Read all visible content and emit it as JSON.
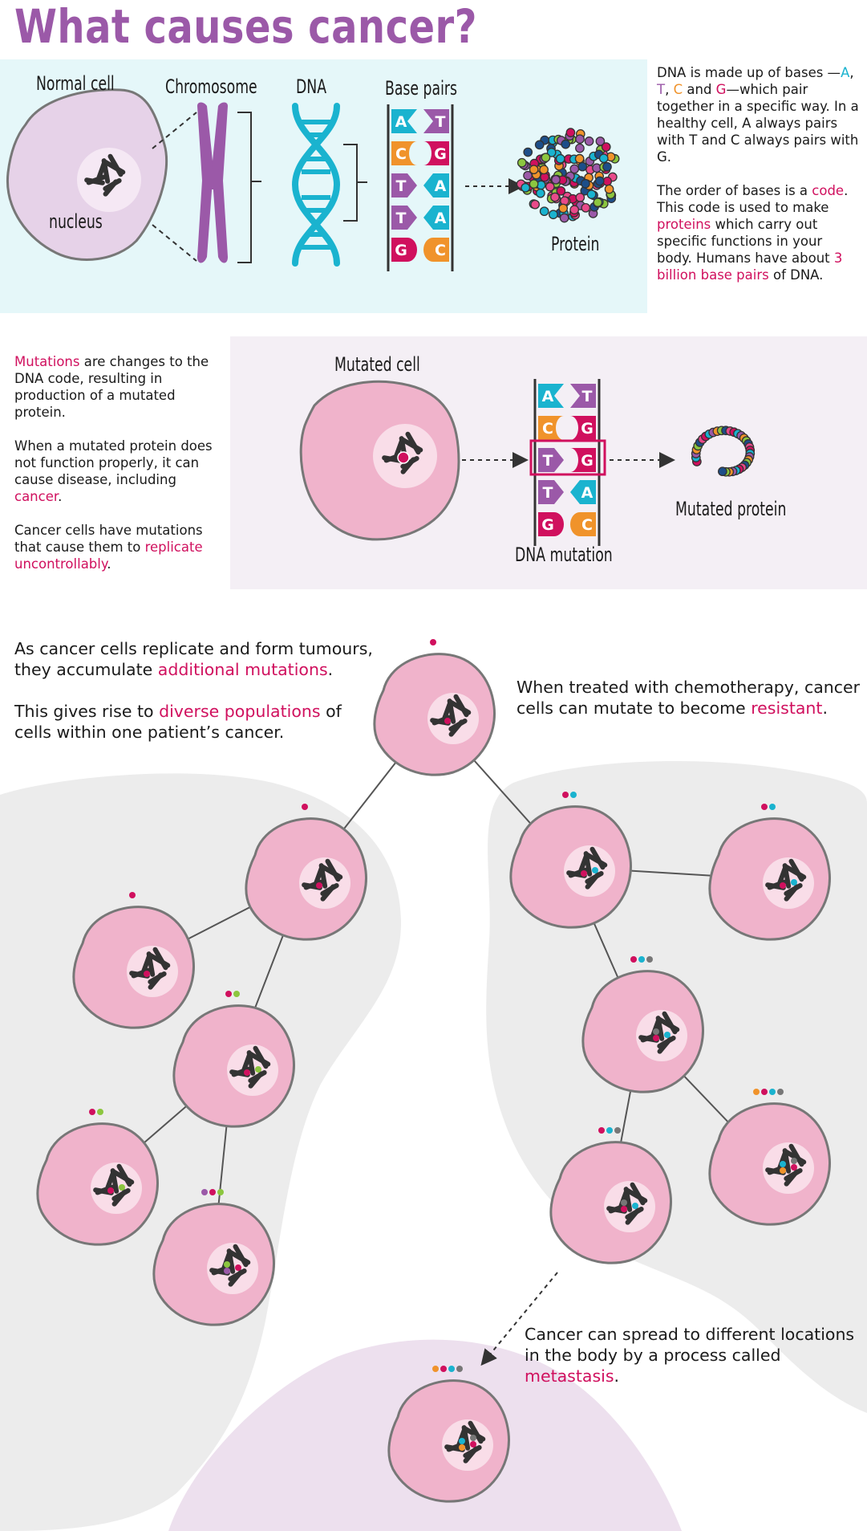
{
  "title": "What causes cancer?",
  "labels": {
    "normal_cell": "Normal cell",
    "chromosome": "Chromosome",
    "dna": "DNA",
    "base_pairs": "Base pairs",
    "nucleus": "nucleus",
    "protein": "Protein",
    "mutated_cell": "Mutated cell",
    "dna_mutation": "DNA mutation",
    "mutated_protein": "Mutated protein"
  },
  "bases": {
    "pairs": [
      [
        "A",
        "T"
      ],
      [
        "C",
        "G"
      ],
      [
        "T",
        "A"
      ],
      [
        "T",
        "A"
      ],
      [
        "G",
        "C"
      ]
    ],
    "mutated_pairs": [
      [
        "A",
        "T"
      ],
      [
        "C",
        "G"
      ],
      [
        "T",
        "G"
      ],
      [
        "T",
        "A"
      ],
      [
        "G",
        "C"
      ]
    ]
  },
  "dna_intro": {
    "p1": [
      "DNA is made up of bases —",
      "A",
      ", ",
      "T",
      ", ",
      "C",
      " and ",
      "G",
      "—which pair together in a specific way. In a healthy cell, A always pairs with T and C always pairs with G."
    ],
    "p2_a": "The order of bases is a ",
    "p2_code": "code",
    "p2_b": ". This code is used to make ",
    "p2_proteins": "proteins",
    "p2_c": " which carry out specific functions in your body. Humans have about ",
    "p2_billion": "3 billion base pairs",
    "p2_d": " of DNA."
  },
  "mutations_text": {
    "p1_hl": "Mutations",
    "p1": " are changes to the DNA code, resulting in production of a mutated protein.",
    "p2": "When a mutated protein does not function properly, it can cause disease, including ",
    "p2_hl": "cancer",
    "p2_end": ".",
    "p3": "Cancer cells have mutations that cause them to ",
    "p3_hl": "replicate uncontrollably",
    "p3_end": "."
  },
  "tumour_text": {
    "p1": "As cancer cells replicate and form tumours, they accumulate ",
    "p1_hl": "additional mutations",
    "p1_end": ".",
    "p2": "This gives rise to ",
    "p2_hl": "diverse populations",
    "p2_end": " of cells within one patient’s cancer."
  },
  "chemo_text": {
    "a": "When treated with chemotherapy, cancer cells can mutate to become ",
    "hl": "resistant",
    "end": "."
  },
  "metastasis_text": {
    "a": "Cancer can spread to different locations in the body by a process called ",
    "hl": "metastasis",
    "end": "."
  },
  "colors": {
    "title": "#9b59a8",
    "highlight": "#d0105e",
    "base_A": "#1ab3cf",
    "base_T": "#9b59a8",
    "base_C": "#f0932b",
    "base_G": "#d0105e",
    "cancer_cell": "#f0b3cb",
    "normal_cell": "#e6d2e8",
    "panel_blue": "#e5f7f9",
    "panel_lilac": "#f4eff5",
    "tumour_bg": "#ececec",
    "metastasis_bg": "#ede0ee"
  },
  "tree_cells": [
    {
      "mutations": [
        "#d0105e"
      ]
    },
    {
      "mutations": [
        "#d0105e"
      ]
    },
    {
      "mutations": [
        "#d0105e"
      ]
    },
    {
      "mutations": [
        "#d0105e",
        "#8cc63f"
      ]
    },
    {
      "mutations": [
        "#d0105e",
        "#8cc63f"
      ]
    },
    {
      "mutations": [
        "#9b59a8",
        "#d0105e",
        "#8cc63f"
      ]
    },
    {
      "mutations": [
        "#d0105e",
        "#1ab3cf"
      ]
    },
    {
      "mutations": [
        "#d0105e",
        "#1ab3cf"
      ]
    },
    {
      "mutations": [
        "#d0105e",
        "#1ab3cf",
        "#777777"
      ]
    },
    {
      "mutations": [
        "#f0932b",
        "#d0105e",
        "#1ab3cf",
        "#777777"
      ]
    },
    {
      "mutations": [
        "#d0105e",
        "#1ab3cf",
        "#777777"
      ]
    },
    {
      "mutations": [
        "#f0932b",
        "#d0105e",
        "#1ab3cf",
        "#777777"
      ]
    }
  ]
}
